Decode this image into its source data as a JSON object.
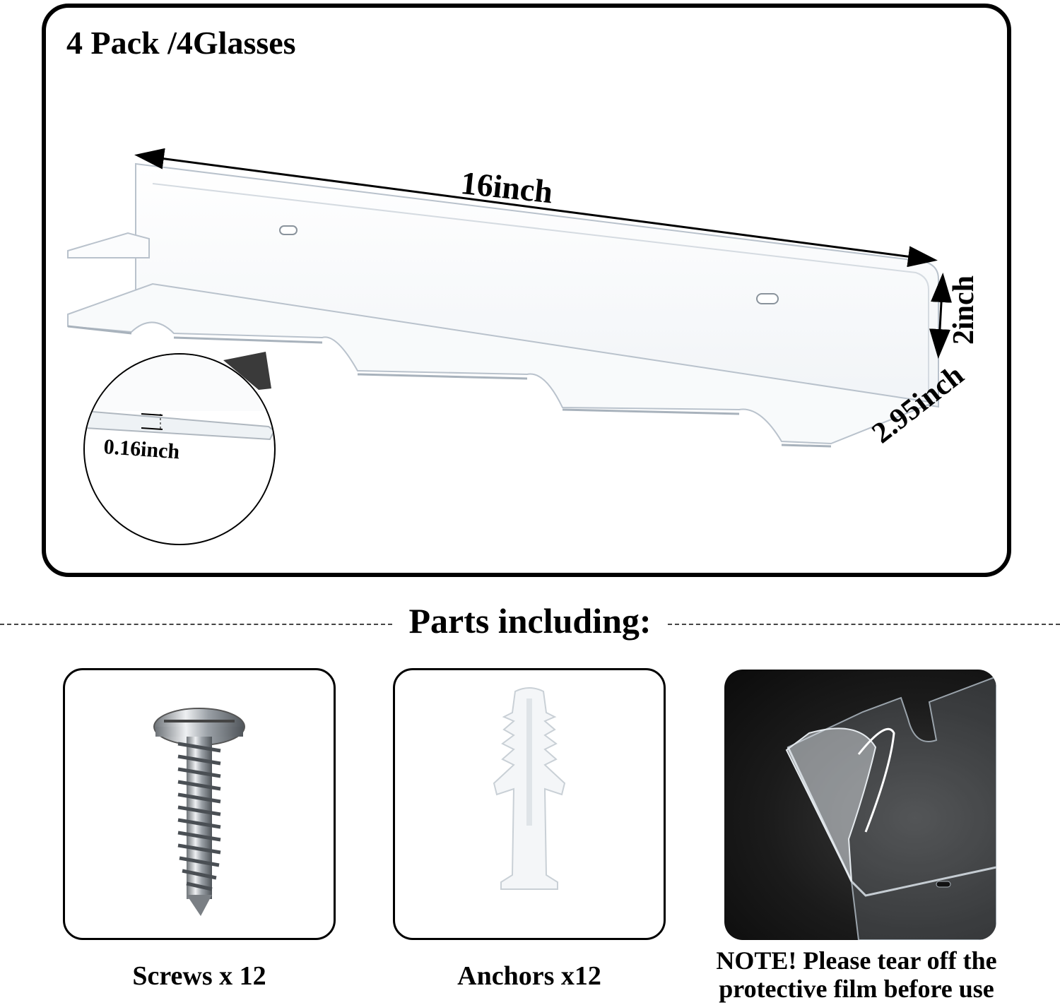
{
  "product": {
    "pack_title": "4 Pack /4Glasses",
    "dimensions": {
      "length": "16inch",
      "height": "2inch",
      "depth": "2.95inch",
      "thickness": "0.16inch"
    }
  },
  "parts": {
    "heading": "Parts including:",
    "items": [
      {
        "caption": "Screws x 12",
        "icon": "screw-icon"
      },
      {
        "caption": "Anchors x12",
        "icon": "wall-anchor-icon"
      },
      {
        "caption_line1": "NOTE! Please tear off the",
        "caption_line2": "protective film before use",
        "icon": "protective-film-icon"
      }
    ]
  },
  "colors": {
    "frame": "#000000",
    "acrylic_edge": "#c8d0d8",
    "film_background": "#1b1b1b"
  }
}
